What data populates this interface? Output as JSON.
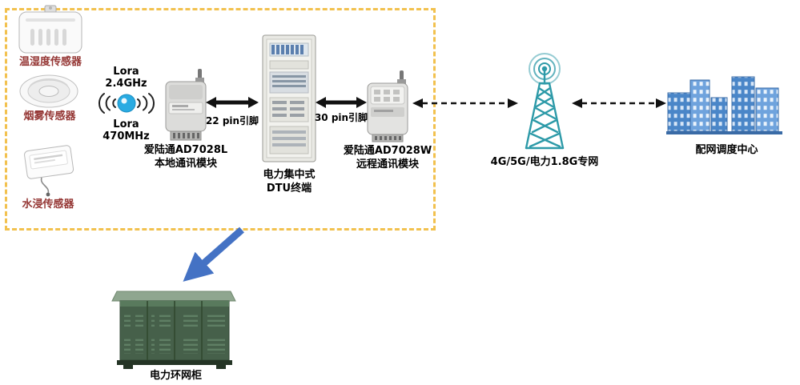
{
  "sensors": {
    "temp_humidity": {
      "label": "温湿度传感器"
    },
    "smoke": {
      "label": "烟雾传感器"
    },
    "water": {
      "label": "水浸传感器"
    }
  },
  "lora": {
    "top": {
      "name": "Lora",
      "freq": "2.4GHz"
    },
    "bottom": {
      "name": "Lora",
      "freq": "470MHz"
    }
  },
  "local_module": {
    "name": "爱陆通AD7028L",
    "subtitle": "本地通讯模块"
  },
  "dtu_terminal": {
    "name": "电力集中式",
    "subtitle": "DTU终端"
  },
  "remote_module": {
    "name": "爱陆通AD7028W",
    "subtitle": "远程通讯模块"
  },
  "links": {
    "pin22": {
      "label": "22 pin引脚"
    },
    "pin30": {
      "label": "30 pin引脚"
    }
  },
  "network": {
    "label": "4G/5G/电力1.8G专网"
  },
  "dispatch_center": {
    "label": "配网调度中心"
  },
  "ring_main_unit": {
    "label": "电力环网柜"
  },
  "colors": {
    "boundary_dash": "#F2C14E",
    "sensor_label": "#953735",
    "tower_teal": "#2D9AA8",
    "building_blue": "#4A86C8",
    "cabinet_green": "#46604A",
    "arrow_blue": "#4472C4",
    "arrow_black": "#111111",
    "lora_dot_blue": "#29ABE2"
  },
  "icons": {
    "temp_humidity_sensor_icon": "white wall-mount sensor box",
    "smoke_sensor_icon": "round smoke detector",
    "water_sensor_icon": "sensor box with probe cable",
    "lora_signal_icon": "blue dot with radio waves",
    "local_module_icon": "grey comm module with antenna",
    "dtu_cabinet_icon": "equipment rack cabinet",
    "remote_module_icon": "grey comm module with antenna",
    "cell_tower_icon": "teal lattice tower with signal rings",
    "buildings_icon": "blue city buildings",
    "ring_cabinet_icon": "green ring-main-unit cabinet",
    "solid_link": "double-headed black arrow",
    "dashed_link": "double-headed dashed arrow",
    "down_pointer": "thick blue arrow"
  }
}
